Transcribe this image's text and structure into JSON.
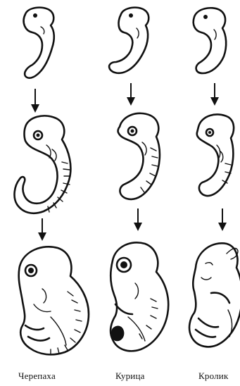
{
  "columns": [
    {
      "label": "Черепаха"
    },
    {
      "label": "Курица"
    },
    {
      "label": "Кролик"
    }
  ],
  "colors": {
    "ink": "#111111",
    "background": "#ffffff"
  }
}
